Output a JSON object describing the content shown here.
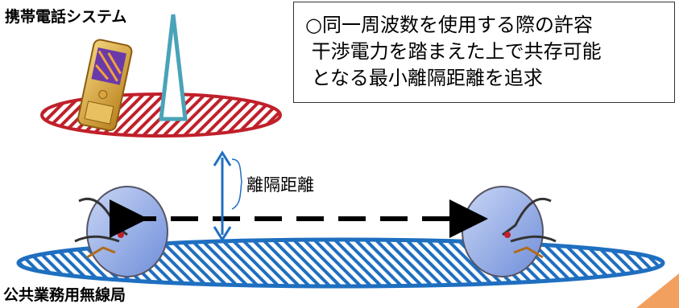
{
  "colors": {
    "mobile_area": "#c0202a",
    "public_area": "#1f6fc0",
    "antenna": "#4aa3b8",
    "separation_arrow": "#1f6fc0",
    "link": "#000000",
    "accent_corner": "#f2a060"
  },
  "labels": {
    "mobile_system": "携帯電話システム",
    "public_station": "公共業務用無線局",
    "separation": "離隔距離"
  },
  "callout": {
    "text": "○同一周波数を使用する際の許容\n 干渉電力を踏まえた上で共存可能\n となる最小離隔距離を追求"
  },
  "icons": [
    "mobile-phone-icon",
    "base-station-antenna-icon",
    "parabolic-antenna-icon"
  ]
}
